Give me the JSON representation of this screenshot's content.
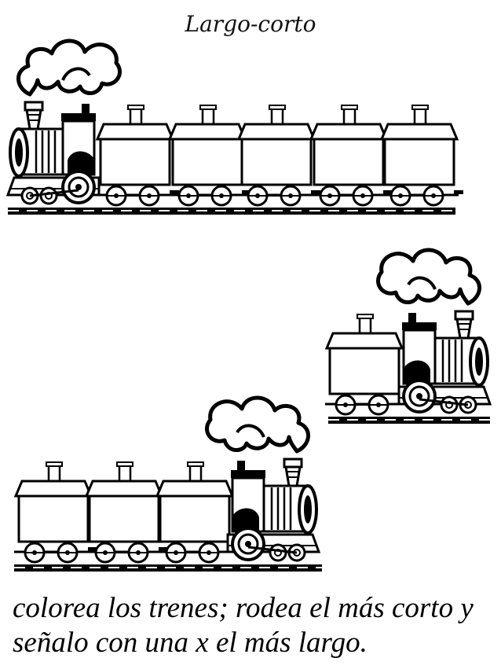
{
  "worksheet": {
    "title": "Largo-corto",
    "instruction_lines": [
      "colorea los trenes; rodea el más corto y",
      "señalo con una x el más largo."
    ]
  },
  "trains": [
    {
      "id": "long",
      "direction": "engine-left",
      "wagons": 5
    },
    {
      "id": "short",
      "direction": "engine-right",
      "wagons": 1
    },
    {
      "id": "medium",
      "direction": "engine-right",
      "wagons": 3
    }
  ]
}
